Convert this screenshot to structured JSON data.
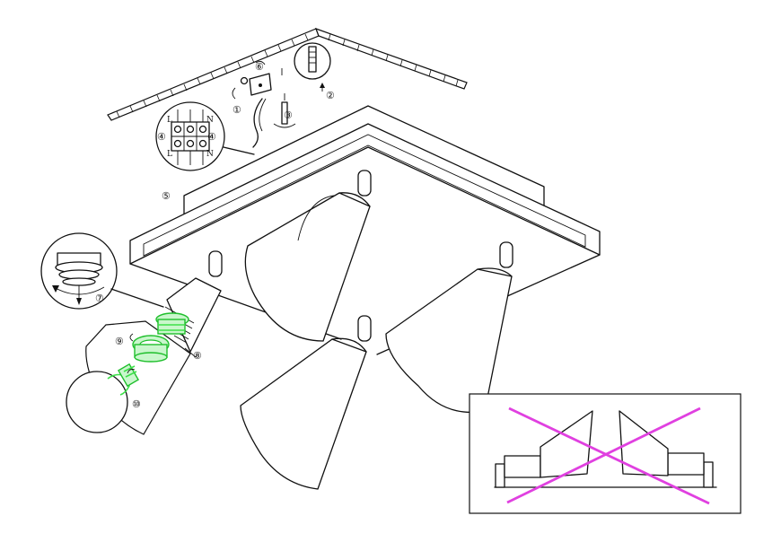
{
  "callouts": {
    "c1": "①",
    "c2": "②",
    "c3": "③",
    "c4": "④",
    "c5": "⑤",
    "c6": "⑥",
    "c7": "⑦",
    "c8": "⑧",
    "c9": "⑨",
    "c10": "⑩"
  },
  "terminal_block": {
    "left_label": "L",
    "right_label": "N"
  },
  "colors": {
    "line": "#111111",
    "highlight_green": "#3ee04a",
    "warning_cross": "#e040e0"
  }
}
